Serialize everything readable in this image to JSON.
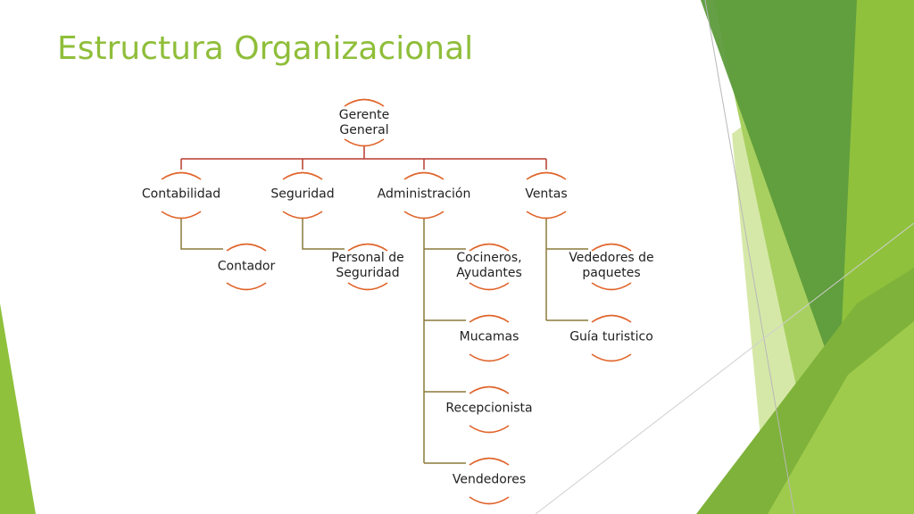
{
  "slide": {
    "title": "Estructura Organizacional",
    "colors": {
      "title": "#8fbe3a",
      "arc": "#e0642a",
      "connector_red": "#b83a2e",
      "connector_olive": "#8a7a3a",
      "green_dark": "#5d9b3c",
      "green_mid": "#7fb23a",
      "green_light": "#a8d060",
      "green_pale": "#d6e8a8"
    }
  },
  "org": {
    "root": "Gerente\nGeneral",
    "departments": {
      "contabilidad": "Contabilidad",
      "seguridad": "Seguridad",
      "administracion": "Administración",
      "ventas": "Ventas"
    },
    "staff": {
      "contador": "Contador",
      "personal_seguridad": "Personal de\nSeguridad",
      "cocineros": "Cocineros,\nAyudantes",
      "mucamas": "Mucamas",
      "recepcionista": "Recepcionista",
      "vendedores": "Vendedores",
      "vededores_paquetes": "Vededores de\npaquetes",
      "guia": "Guía turistico"
    }
  }
}
